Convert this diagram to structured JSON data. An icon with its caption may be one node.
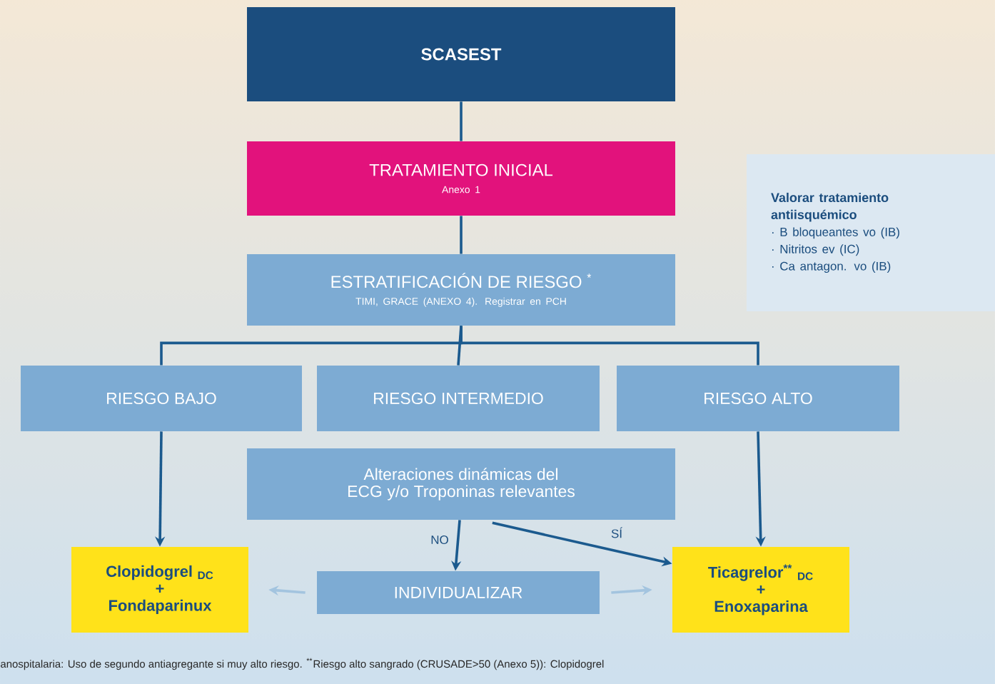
{
  "diagram": {
    "nodes": [
      {
        "text": [
          "SCASEST"
        ]
      },
      {
        "text": [
          "TRATAMIENTO INICIAL",
          "Anexo 1"
        ]
      },
      {
        "text": [
          "ESTRATIFICACIÓN DE RIESGO $^{*}$",
          "TIMI, GRACE (ANEXO 4). Registrar en PCH"
        ]
      },
      {
        "text": [
          "Valorar tratamiento antiisquémico",
          "· B bloqueantes vo (IB)",
          "· Nitritos ev (IC)",
          "· Ca antagon. vo (IB)"
        ]
      },
      {
        "text": [
          "RIESGO BAJO"
        ]
      },
      {
        "text": [
          "RIESGO INTERMEDIO"
        ]
      },
      {
        "text": [
          "RIESGO ALTO"
        ]
      },
      {
        "text": [
          "Alteraciones dinámicas del ECG y/o Troponinas relevantes"
        ]
      },
      {
        "text": [
          "Clopidogrel $_{DC}$",
          "+",
          "Fondaparinux"
        ]
      },
      {
        "text": [
          "INDIVIDUALIZAR"
        ]
      },
      {
        "text": [
          "Ticagrelor$^{**}$ $_{DC}$",
          "+",
          "Enoxaparina"
        ]
      }
    ],
    "edges": [
      {
        "from": 0,
        "to": 1,
        "arrow": "none"
      },
      {
        "from": 1,
        "to": 2,
        "arrow": "none"
      },
      {
        "from": 2,
        "to": 4,
        "arrow": "none"
      },
      {
        "from": 2,
        "to": 5,
        "arrow": "none"
      },
      {
        "from": 2,
        "to": 6,
        "arrow": "none"
      },
      {
        "from": 4,
        "to": 8,
        "arrow": "to"
      },
      {
        "from": 6,
        "to": 10,
        "arrow": "to"
      },
      {
        "from": 7,
        "to": 9,
        "arrow": "to",
        "label": "NO"
      },
      {
        "from": 7,
        "to": 10,
        "arrow": "to",
        "label": "SÍ"
      },
      {
        "from": 9,
        "to": 8,
        "arrow": "to",
        "color": "#a3c4df"
      },
      {
        "from": 9,
        "to": 10,
        "arrow": "to",
        "color": "#a3c4df"
      }
    ],
    "labels": [
      "anospitalaria: Uso de segundo antiagregante si muy alto riesgo. $^{**}$Riesgo alto sangrado (CRUSADE>50 (Anexo 5)): Clopidogrel"
    ]
  }
}
